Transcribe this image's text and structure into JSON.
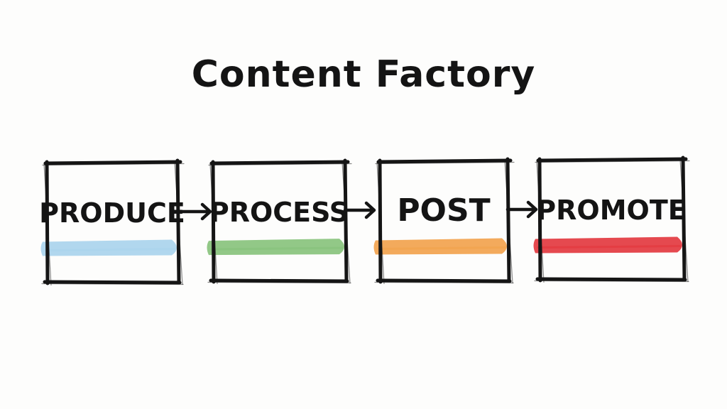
{
  "title": "Content Factory",
  "steps": [
    {
      "label": "Produce",
      "underline_color": "#a9d3ec"
    },
    {
      "label": "Process",
      "underline_color": "#86c27a"
    },
    {
      "label": "Post",
      "underline_color": "#f2a14a"
    },
    {
      "label": "Promote",
      "underline_color": "#e2353c"
    }
  ],
  "connector_icon": "arrow-right-icon"
}
